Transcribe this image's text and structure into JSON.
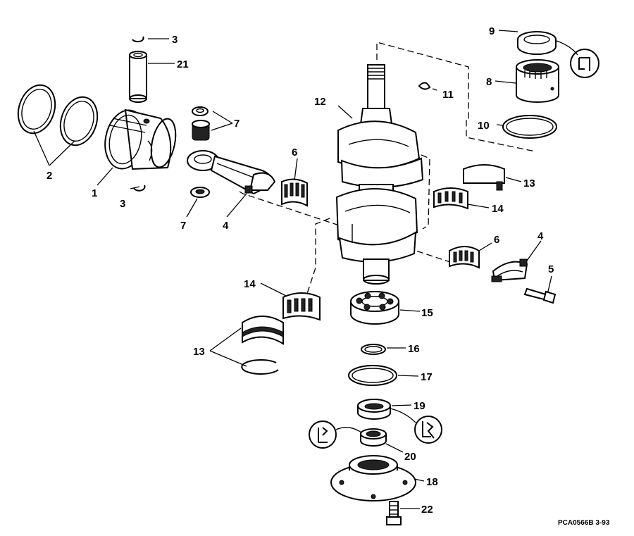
{
  "callouts": [
    "1",
    "2",
    "3",
    "3",
    "4",
    "4",
    "5",
    "6",
    "6",
    "7",
    "7",
    "8",
    "9",
    "10",
    "11",
    "12",
    "13",
    "13",
    "14",
    "14",
    "15",
    "16",
    "17",
    "18",
    "19",
    "20",
    "21",
    "22"
  ],
  "reference": "PCA0566B   3-93"
}
